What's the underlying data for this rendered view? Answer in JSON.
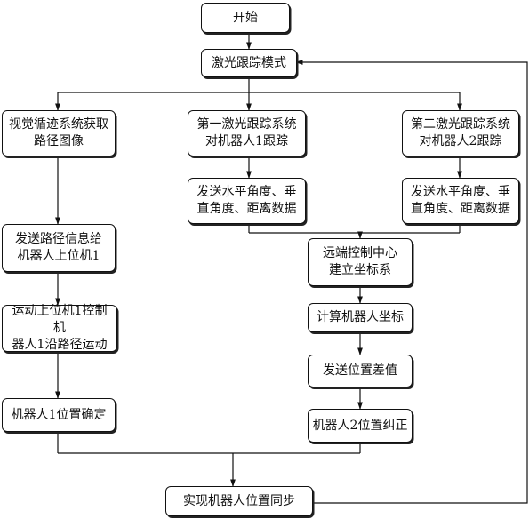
{
  "nodes": {
    "start": "开始",
    "laser_mode": "激光跟踪模式",
    "vision": "视觉循迹系统获取\n路径图像",
    "laser1": "第一激光跟踪系统\n对机器人1跟踪",
    "laser2": "第二激光跟踪系统\n对机器人2跟踪",
    "send_data1": "发送水平角度、垂\n直角度、距离数据",
    "send_data2": "发送水平角度、垂\n直角度、距离数据",
    "send_path": "发送路径信息给\n机器人上位机1",
    "remote_center": "远端控制中心\n建立坐标系",
    "motion": "运动上位机1控制机\n器人1沿路径运动",
    "calc": "计算机器人坐标",
    "send_diff": "发送位置差值",
    "robot1_pos": "机器人1位置确定",
    "robot2_fix": "机器人2位置纠正",
    "sync": "实现机器人位置同步"
  }
}
